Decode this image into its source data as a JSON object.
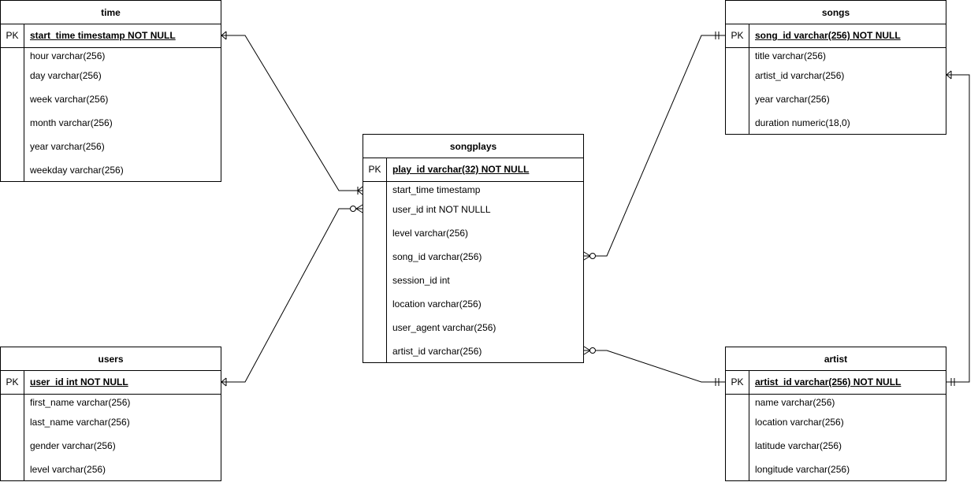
{
  "entities": {
    "time": {
      "title": "time",
      "pk_label": "PK",
      "pk_field": "start_time timestamp NOT NULL",
      "fields": [
        "hour varchar(256)",
        "day varchar(256)",
        "week varchar(256)",
        "month varchar(256)",
        "year varchar(256)",
        "weekday varchar(256)"
      ]
    },
    "users": {
      "title": "users",
      "pk_label": "PK",
      "pk_field": "user_id int NOT NULL",
      "fields": [
        "first_name varchar(256)",
        "last_name varchar(256)",
        "gender varchar(256)",
        "level varchar(256)"
      ]
    },
    "songplays": {
      "title": "songplays",
      "pk_label": "PK",
      "pk_field": "play_id varchar(32) NOT NULL",
      "fields": [
        "start_time timestamp",
        "user_id int NOT NULLL",
        "level varchar(256)",
        "song_id varchar(256)",
        "session_id int",
        "location varchar(256)",
        "user_agent varchar(256)",
        "artist_id varchar(256)"
      ]
    },
    "songs": {
      "title": "songs",
      "pk_label": "PK",
      "pk_field": "song_id varchar(256) NOT NULL",
      "fields": [
        "title varchar(256)",
        "artist_id varchar(256)",
        "year varchar(256)",
        "duration numeric(18,0)"
      ]
    },
    "artist": {
      "title": "artist",
      "pk_label": "PK",
      "pk_field": "artist_id varchar(256) NOT NULL",
      "fields": [
        "name varchar(256)",
        "location varchar(256)",
        "latitude varchar(256)",
        "longitude varchar(256)"
      ]
    }
  }
}
